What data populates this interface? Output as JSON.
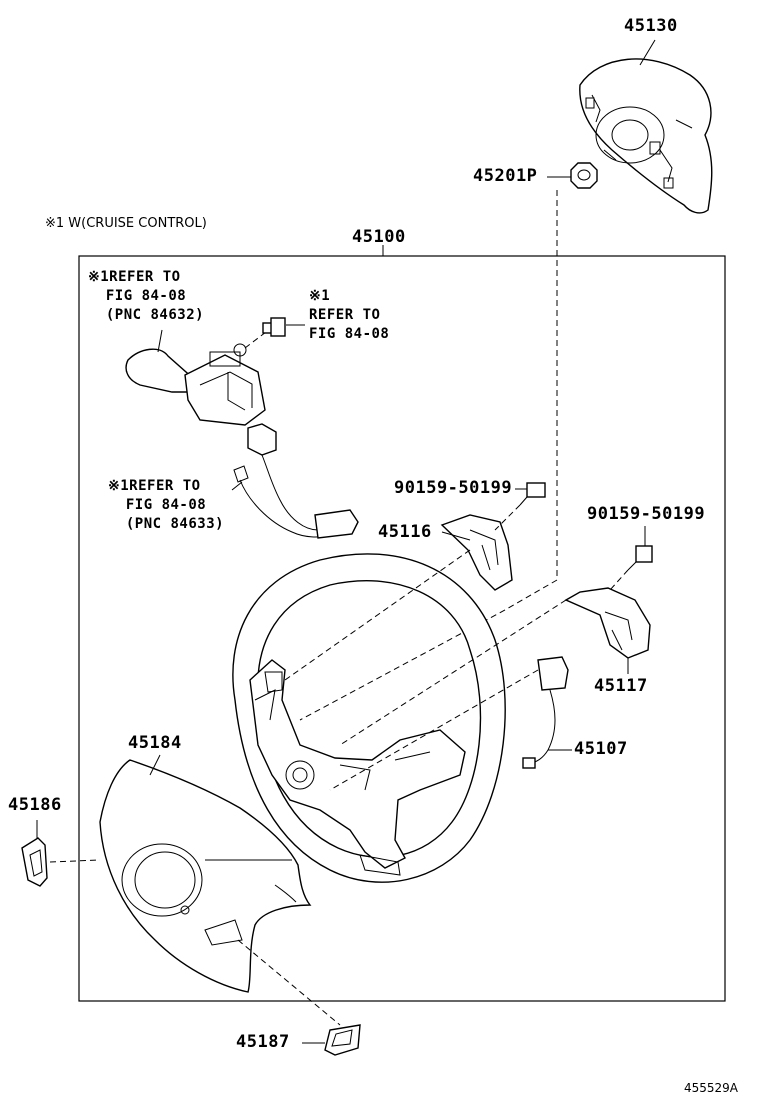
{
  "legend": {
    "cruise_note": "※1  W(CRUISE CONTROL)"
  },
  "parts": {
    "p45130": "45130",
    "p45201p": "45201P",
    "p45100": "45100",
    "p90159_a": "90159-50199",
    "p90159_b": "90159-50199",
    "p45116": "45116",
    "p45117": "45117",
    "p45107": "45107",
    "p45184": "45184",
    "p45186": "45186",
    "p45187": "45187"
  },
  "notes": {
    "refer_1": "※1REFER TO\n  FIG 84-08\n  (PNC 84632)",
    "refer_2": "※1\nREFER TO\nFIG 84-08",
    "refer_3": "※1REFER TO\n  FIG 84-08\n  (PNC 84633)"
  },
  "figure_code": "455529A"
}
